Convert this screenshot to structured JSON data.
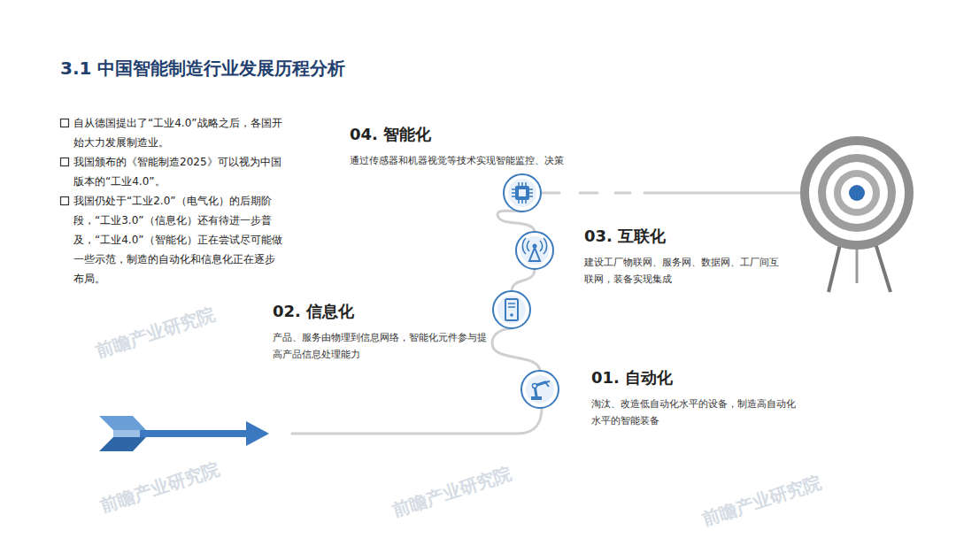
{
  "diagram": {
    "title": "3.1 中国智能制造行业发展历程分析",
    "nodes": [
      {
        "text": [
          "04. 智能化",
          "通过传感器和机器视觉等技术实现智能监控、决策"
        ]
      },
      {
        "text": [
          "03. 互联化",
          "建设工厂物联网、服务网、数据网、工厂间互联网，装备实现集成"
        ]
      },
      {
        "text": [
          "02. 信息化",
          "产品、服务由物理到信息网络，智能化元件参与提高产品信息处理能力"
        ]
      },
      {
        "text": [
          "01. 自动化",
          "淘汰、改造低自动化水平的设备，制造高自动化水平的智能装备"
        ]
      }
    ],
    "labels": [
      "自从德国提出了“工业4.0”战略之后，各国开始大力发展制造业。",
      "我国颁布的《智能制造2025》可以视为中国版本的“工业4.0”。",
      "我国仍处于“工业2.0”（电气化）的后期阶段，“工业3.0”（信息化）还有待进一步普及，“工业4.0”（智能化）正在尝试尽可能做一些示范，制造的自动化和信息化正在逐步布局。",
      "前瞻产业研究院",
      "前瞻产业研究院",
      "前瞻产业研究院",
      "前瞻产业研究院"
    ]
  }
}
